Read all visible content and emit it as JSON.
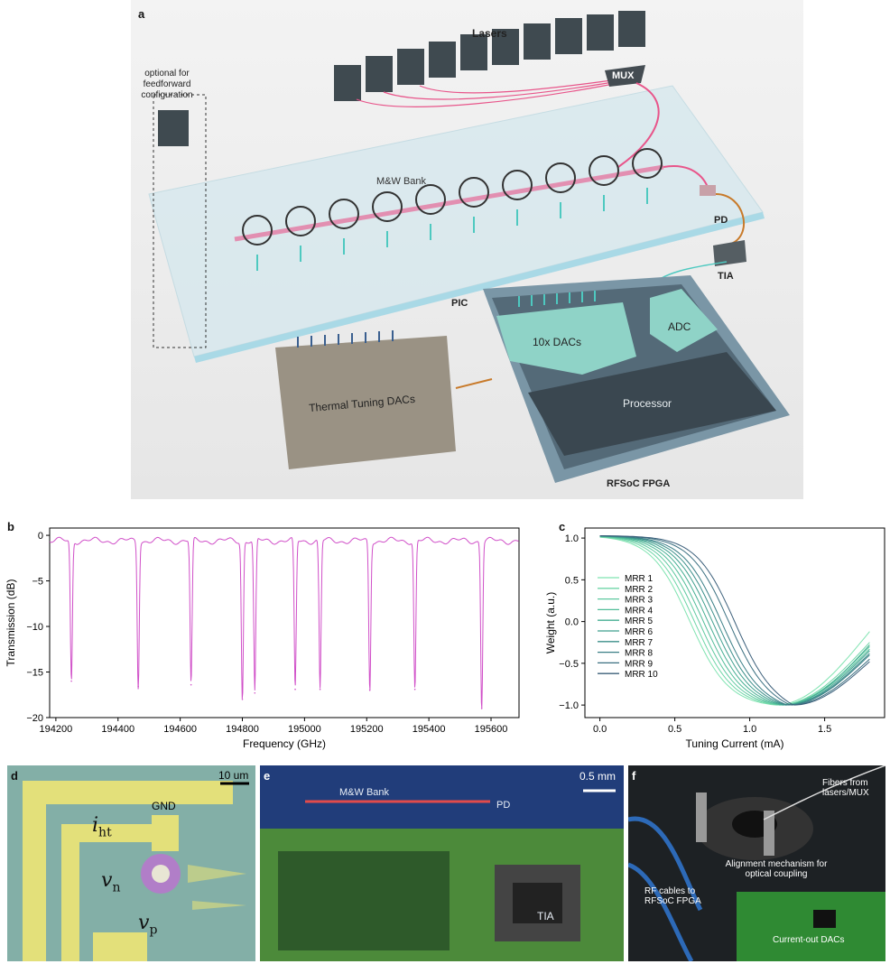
{
  "panel_a": {
    "label": "a",
    "lasers_label": "Lasers",
    "mux_label": "MUX",
    "optional_note": "optional for feedforward configuration",
    "bank_label": "M&W Bank",
    "pd_label": "PD",
    "tia_label": "TIA",
    "pic_label": "PIC",
    "thermal_dacs_label": "Thermal Tuning DACs",
    "dacs_label": "10x DACs",
    "adc_label": "ADC",
    "processor_label": "Processor",
    "fpga_label": "RFSoC FPGA",
    "colors": {
      "laser_fiber": "#e8558a",
      "tuning_arrow": "#4ec9c0",
      "fpga_block": "#8fd3c7",
      "processor": "#3a4750",
      "thermal": "#9a9284"
    }
  },
  "panel_b": {
    "label": "b"
  },
  "panel_c": {
    "label": "c"
  },
  "panel_d": {
    "label": "d",
    "scale": "10 um",
    "gnd": "GND"
  },
  "panel_e": {
    "label": "e",
    "scale": "0.5 mm",
    "bank": "M&W Bank",
    "pd": "PD",
    "tia": "TIA"
  },
  "panel_f": {
    "label": "f",
    "fibers": "Fibers from lasers/MUX",
    "alignment": "Alignment mechanism for optical coupling",
    "rf_cables": "RF cables to RFSoC FPGA",
    "current_dacs": "Current-out DACs"
  },
  "chart_data": [
    {
      "type": "line",
      "xlabel": "Frequency (GHz)",
      "ylabel": "Transmission (dB)",
      "xlim": [
        194180,
        195690
      ],
      "ylim": [
        -20,
        0.8
      ],
      "xticks": [
        194200,
        194400,
        194600,
        194800,
        195000,
        195200,
        195400,
        195600
      ],
      "yticks": [
        0,
        -5,
        -10,
        -15,
        -20
      ],
      "color": "#d04fc8",
      "baseline": -0.6,
      "resonances": [
        {
          "x": 194250,
          "depth": -16.0
        },
        {
          "x": 194465,
          "depth": -16.6
        },
        {
          "x": 194635,
          "depth": -16.4
        },
        {
          "x": 194800,
          "depth": -18.0
        },
        {
          "x": 194840,
          "depth": -17.3
        },
        {
          "x": 194970,
          "depth": -16.9
        },
        {
          "x": 195050,
          "depth": -16.9
        },
        {
          "x": 195210,
          "depth": -17.0
        },
        {
          "x": 195355,
          "depth": -16.9
        },
        {
          "x": 195570,
          "depth": -19.0
        }
      ]
    },
    {
      "type": "line",
      "xlabel": "Tuning Current (mA)",
      "ylabel": "Weight (a.u.)",
      "xlim": [
        -0.1,
        1.9
      ],
      "ylim": [
        -1.15,
        1.12
      ],
      "xticks": [
        0.0,
        0.5,
        1.0,
        1.5
      ],
      "xtick_labels": [
        "0.0",
        "0.5",
        "1.0",
        "1.5"
      ],
      "yticks": [
        1.0,
        0.5,
        0.0,
        -0.5,
        -1.0
      ],
      "ytick_labels": [
        "1.0",
        "0.5",
        "0.0",
        "−0.5",
        "−1.0"
      ],
      "series": [
        {
          "name": "MRR 1",
          "color": "#7fe3b0",
          "center": 0.6,
          "min_x": 1.17,
          "end": -0.12
        },
        {
          "name": "MRR 2",
          "color": "#6fd6a8",
          "center": 0.63,
          "min_x": 1.19,
          "end": -0.25
        },
        {
          "name": "MRR 3",
          "color": "#5fc9a0",
          "center": 0.66,
          "min_x": 1.2,
          "end": -0.3
        },
        {
          "name": "MRR 4",
          "color": "#50bc98",
          "center": 0.69,
          "min_x": 1.21,
          "end": -0.33
        },
        {
          "name": "MRR 5",
          "color": "#45ae92",
          "center": 0.72,
          "min_x": 1.22,
          "end": -0.28
        },
        {
          "name": "MRR 6",
          "color": "#3f9f8e",
          "center": 0.75,
          "min_x": 1.23,
          "end": -0.35
        },
        {
          "name": "MRR 7",
          "color": "#3b8f8a",
          "center": 0.78,
          "min_x": 1.24,
          "end": -0.38
        },
        {
          "name": "MRR 8",
          "color": "#3a7f86",
          "center": 0.81,
          "min_x": 1.25,
          "end": -0.4
        },
        {
          "name": "MRR 9",
          "color": "#3a6f80",
          "center": 0.86,
          "min_x": 1.27,
          "end": -0.45
        },
        {
          "name": "MRR 10",
          "color": "#3b5f7a",
          "center": 0.9,
          "min_x": 1.29,
          "end": -0.48
        }
      ]
    }
  ]
}
